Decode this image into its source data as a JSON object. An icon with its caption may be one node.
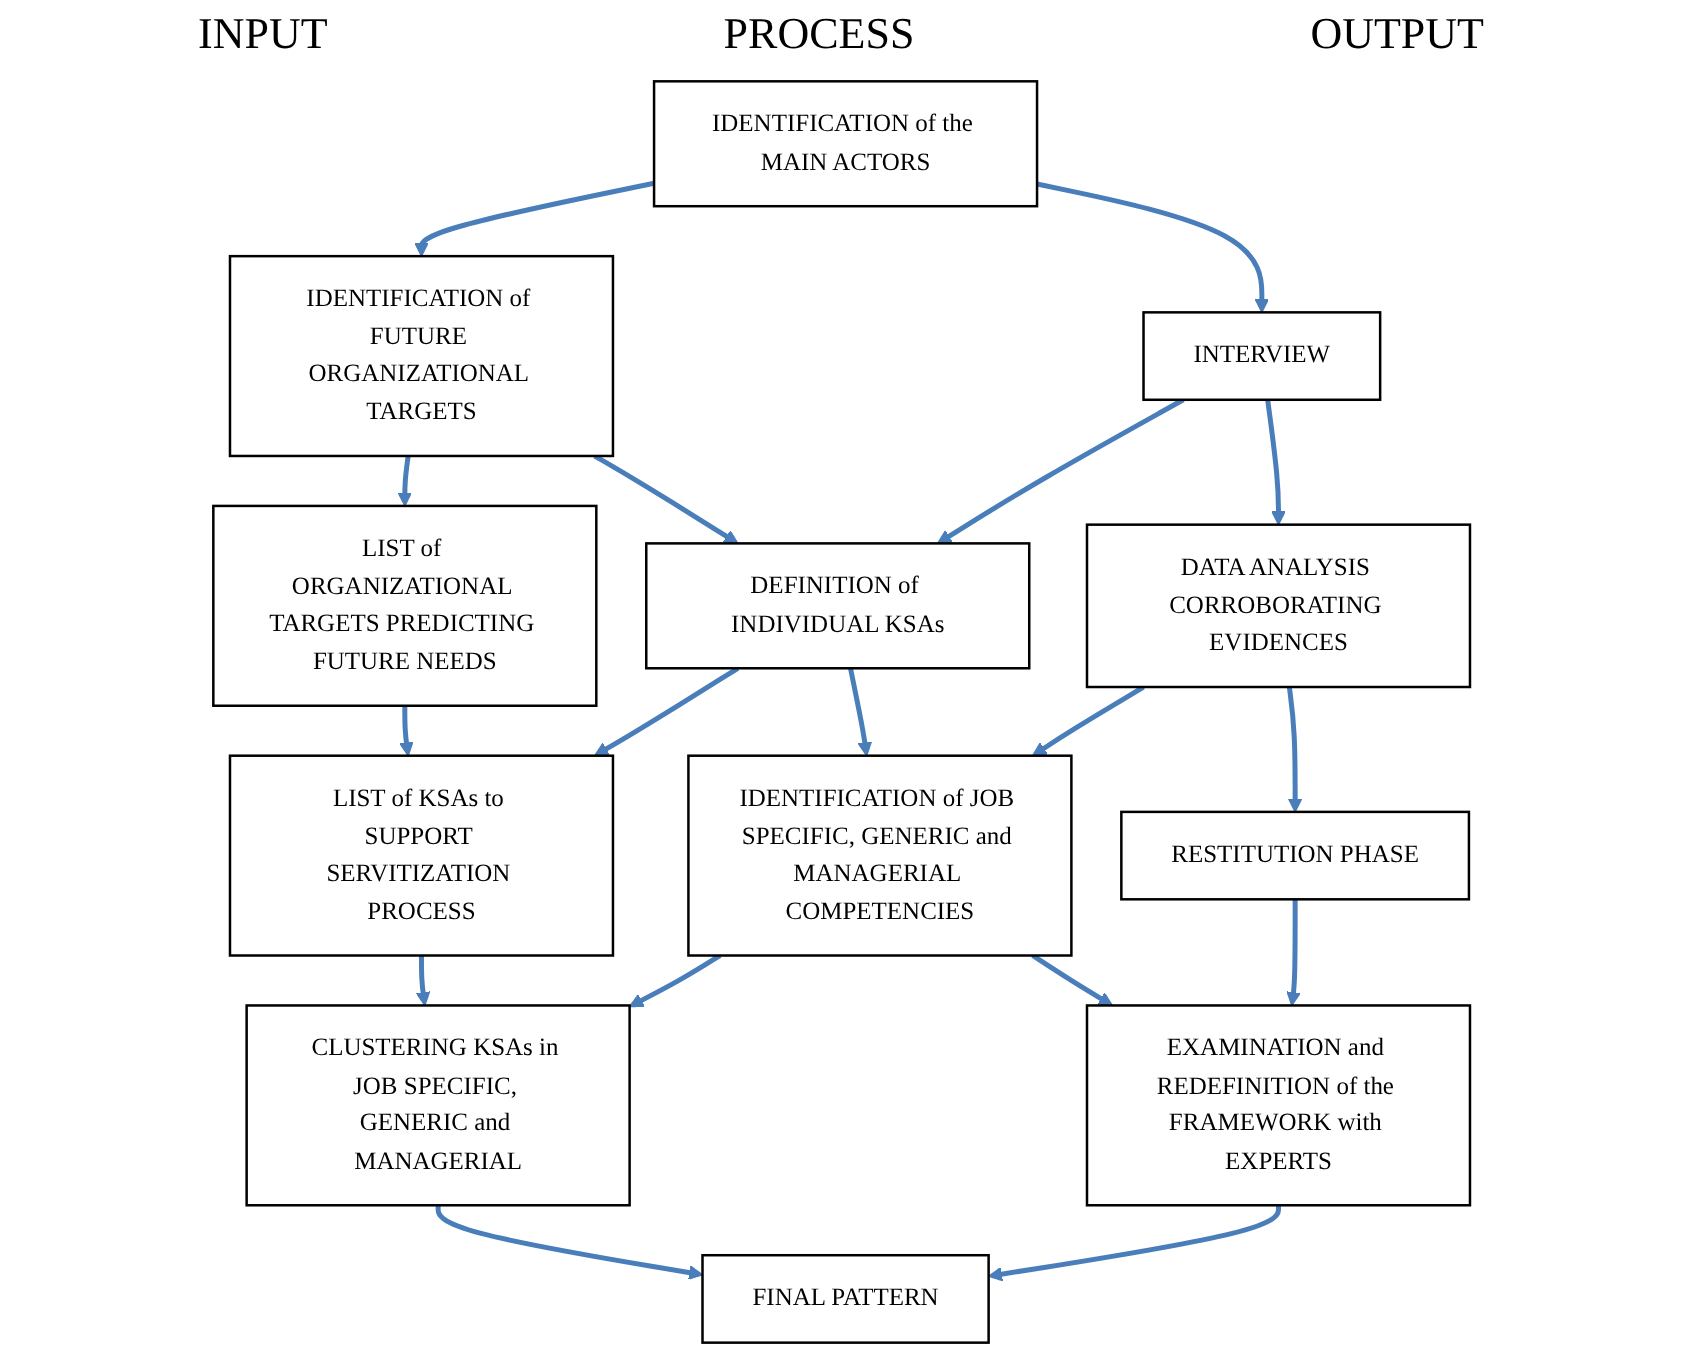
{
  "diagram": {
    "nodes": [
      {
        "text": [
          "IDENTIFICATION of the MAIN ACTORS"
        ]
      },
      {
        "text": [
          "IDENTIFICATION of FUTURE ORGANIZATIONAL TARGETS"
        ]
      },
      {
        "text": [
          "LIST of ORGANIZATIONAL TARGETS PREDICTING FUTURE NEEDS"
        ]
      },
      {
        "text": [
          "INTERVIEW"
        ]
      },
      {
        "text": [
          "DEFINITION of INDIVIDUAL KSAs"
        ]
      },
      {
        "text": [
          "LIST of KSAs to SUPPORT SERVITIZATION PROCESS"
        ]
      },
      {
        "text": [
          "DATA ANALYSIS CORROBORATING EVIDENCES"
        ]
      },
      {
        "text": [
          "IDENTIFICATION of JOB SPECIFIC, GENERIC and MANAGERIAL COMPETENCIES"
        ]
      },
      {
        "text": [
          "CLUSTERING KSAs in JOB SPECIFIC, GENERIC and MANAGERIAL"
        ]
      },
      {
        "text": [
          "RESTITUTION PHASE"
        ]
      },
      {
        "text": [
          "EXAMINATION and REDEFINITION of the FRAMEWORK with EXPERTS"
        ]
      },
      {
        "text": [
          "FINAL PATTERN"
        ]
      }
    ],
    "edges": [
      {
        "from": 0,
        "to": 1,
        "arrow": "to"
      },
      {
        "from": 1,
        "to": 2,
        "arrow": "to"
      },
      {
        "from": 0,
        "to": 3,
        "arrow": "to"
      },
      {
        "from": 1,
        "to": 4,
        "arrow": "to"
      },
      {
        "from": 2,
        "to": 5,
        "arrow": "to"
      },
      {
        "from": 3,
        "to": 4,
        "arrow": "to"
      },
      {
        "from": 4,
        "to": 5,
        "arrow": "to"
      },
      {
        "from": 3,
        "to": 6,
        "arrow": "to"
      },
      {
        "from": 4,
        "to": 7,
        "arrow": "to"
      },
      {
        "from": 5,
        "to": 8,
        "arrow": "to"
      },
      {
        "from": 6,
        "to": 7,
        "arrow": "to"
      },
      {
        "from": 7,
        "to": 8,
        "arrow": "to"
      },
      {
        "from": 6,
        "to": 9,
        "arrow": "to"
      },
      {
        "from": 7,
        "to": 10,
        "arrow": "to"
      },
      {
        "from": 8,
        "to": 11,
        "arrow": "to"
      },
      {
        "from": 9,
        "to": 10,
        "arrow": "to"
      },
      {
        "from": 10,
        "to": 11,
        "arrow": "to"
      }
    ],
    "labels": [
      "INPUT",
      "PROCESS",
      "OUTPUT"
    ]
  }
}
